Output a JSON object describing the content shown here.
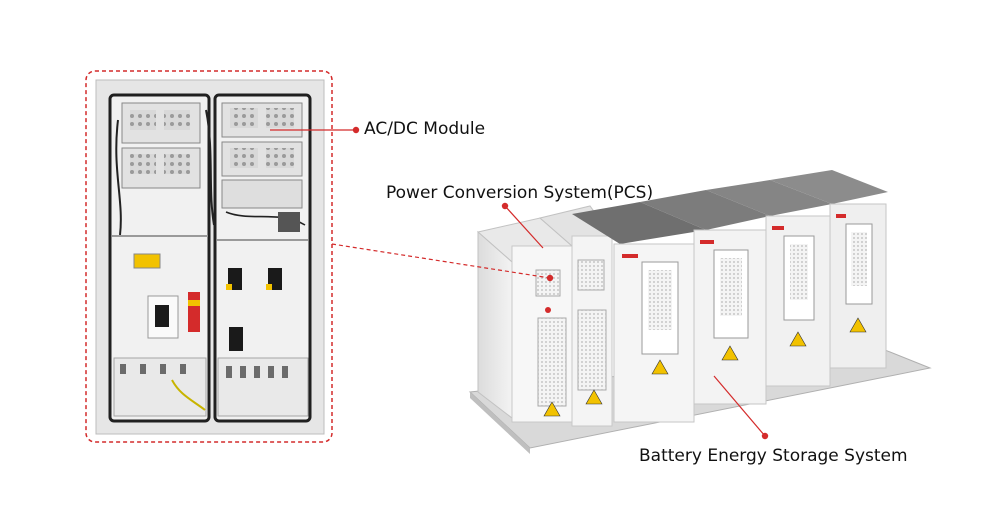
{
  "labels": {
    "ac_dc_module": "AC/DC Module",
    "pcs": "Power Conversion System(PCS)",
    "bess": "Battery Energy Storage System"
  },
  "colors": {
    "callout": "#d42b2b",
    "cabinet_body": "#ececec",
    "roof": "#7a7a7a",
    "warning": "#f2c200"
  }
}
